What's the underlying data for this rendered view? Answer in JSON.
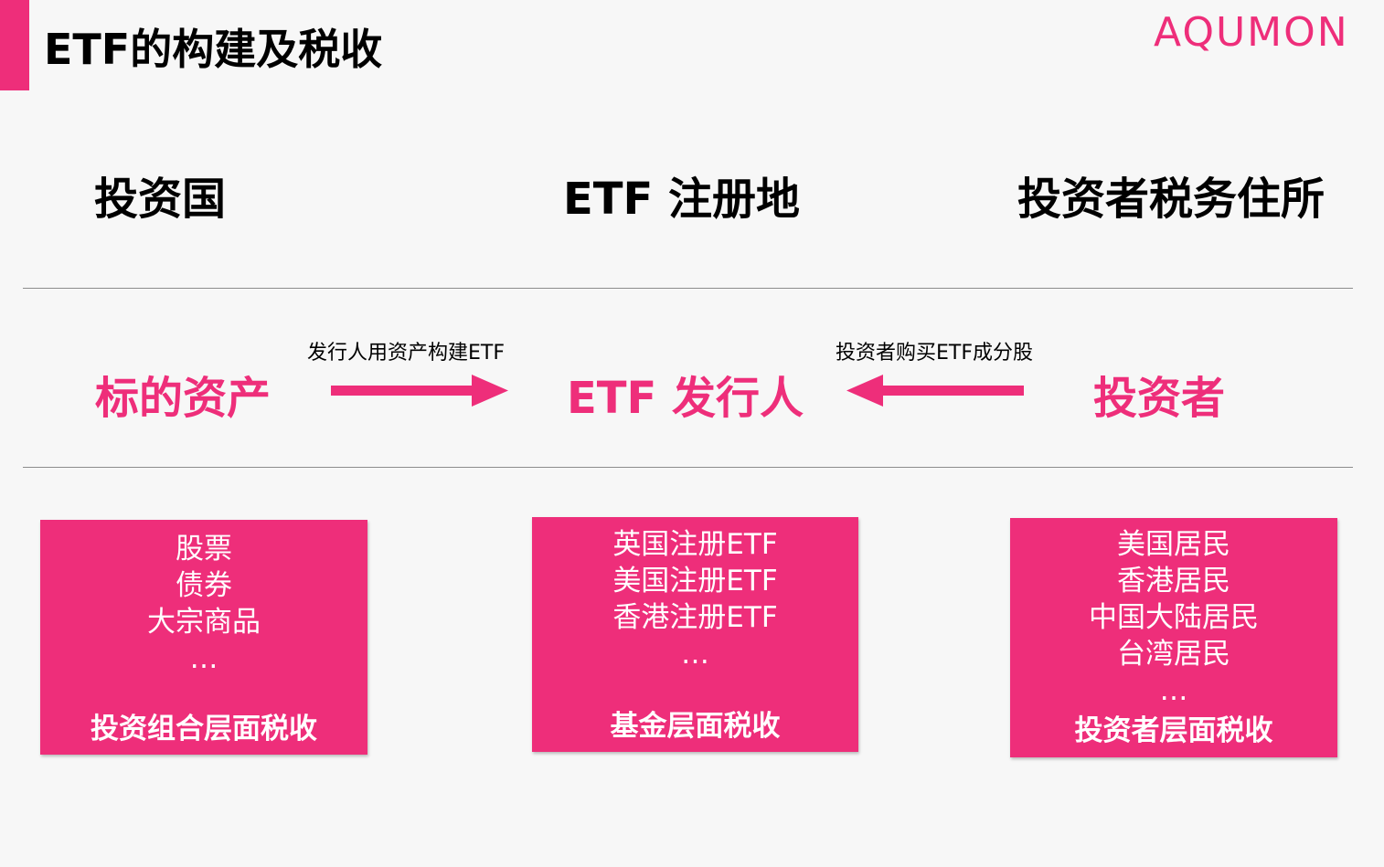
{
  "title": "ETF的构建及税收",
  "brand": {
    "logo": "AQUMON",
    "accent_color": "#ee2e7a"
  },
  "headings": [
    "投资国",
    "ETF 注册地",
    "投资者税务住所"
  ],
  "flow": {
    "left": "标的资产",
    "center": "ETF 发行人",
    "right": "投资者",
    "left_arrow_caption": "发行人用资产构建ETF",
    "right_arrow_caption": "投资者购买ETF成分股"
  },
  "boxes": [
    {
      "items": [
        "股票",
        "债券",
        "大宗商品",
        "…"
      ],
      "footer": "投资组合层面税收"
    },
    {
      "items": [
        "英国注册ETF",
        "美国注册ETF",
        "香港注册ETF",
        "…"
      ],
      "footer": "基金层面税收"
    },
    {
      "items": [
        "美国居民",
        "香港居民",
        "中国大陆居民",
        "台湾居民",
        "…"
      ],
      "footer": "投资者层面税收"
    }
  ]
}
